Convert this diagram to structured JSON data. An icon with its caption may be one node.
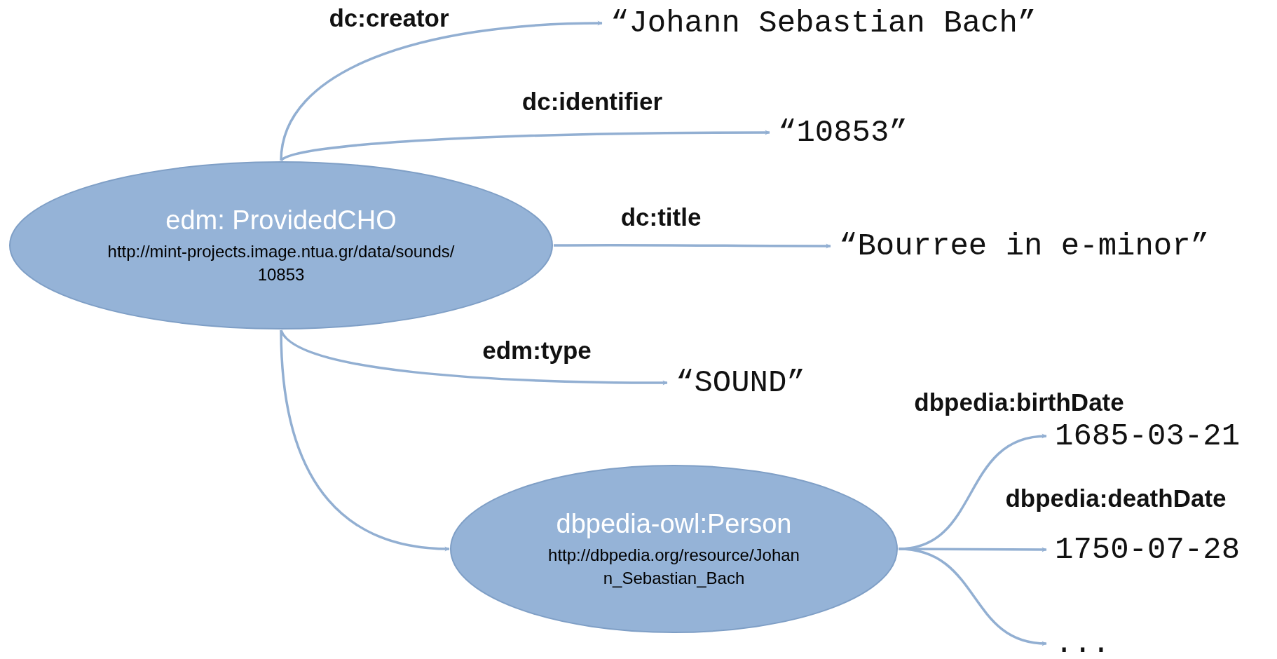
{
  "diagram": {
    "nodes": [
      {
        "text": [
          "edm: ProvidedCHO",
          "http://mint-projects.image.ntua.gr/data/sounds/10853"
        ]
      },
      {
        "text": [
          "“Johann Sebastian Bach”"
        ]
      },
      {
        "text": [
          "“10853”"
        ]
      },
      {
        "text": [
          "“Bourree in e-minor”"
        ]
      },
      {
        "text": [
          "“SOUND”"
        ]
      },
      {
        "text": [
          "dbpedia-owl:Person",
          "http://dbpedia.org/resource/Johann_Sebastian_Bach"
        ]
      },
      {
        "text": [
          "1685-03-21"
        ]
      },
      {
        "text": [
          "1750-07-28"
        ]
      },
      {
        "text": [
          "..."
        ]
      }
    ],
    "edges": [
      {
        "from": 0,
        "to": 1,
        "arrow": "to",
        "label": "dc:creator"
      },
      {
        "from": 0,
        "to": 2,
        "arrow": "to",
        "label": "dc:identifier"
      },
      {
        "from": 0,
        "to": 3,
        "arrow": "to",
        "label": "dc:title"
      },
      {
        "from": 0,
        "to": 4,
        "arrow": "to",
        "label": "edm:type"
      },
      {
        "from": 0,
        "to": 5,
        "arrow": "to"
      },
      {
        "from": 5,
        "to": 6,
        "arrow": "to",
        "label": "dbpedia:birthDate"
      },
      {
        "from": 5,
        "to": 7,
        "arrow": "to",
        "label": "dbpedia:deathDate"
      },
      {
        "from": 5,
        "to": 8,
        "arrow": "to"
      }
    ]
  }
}
